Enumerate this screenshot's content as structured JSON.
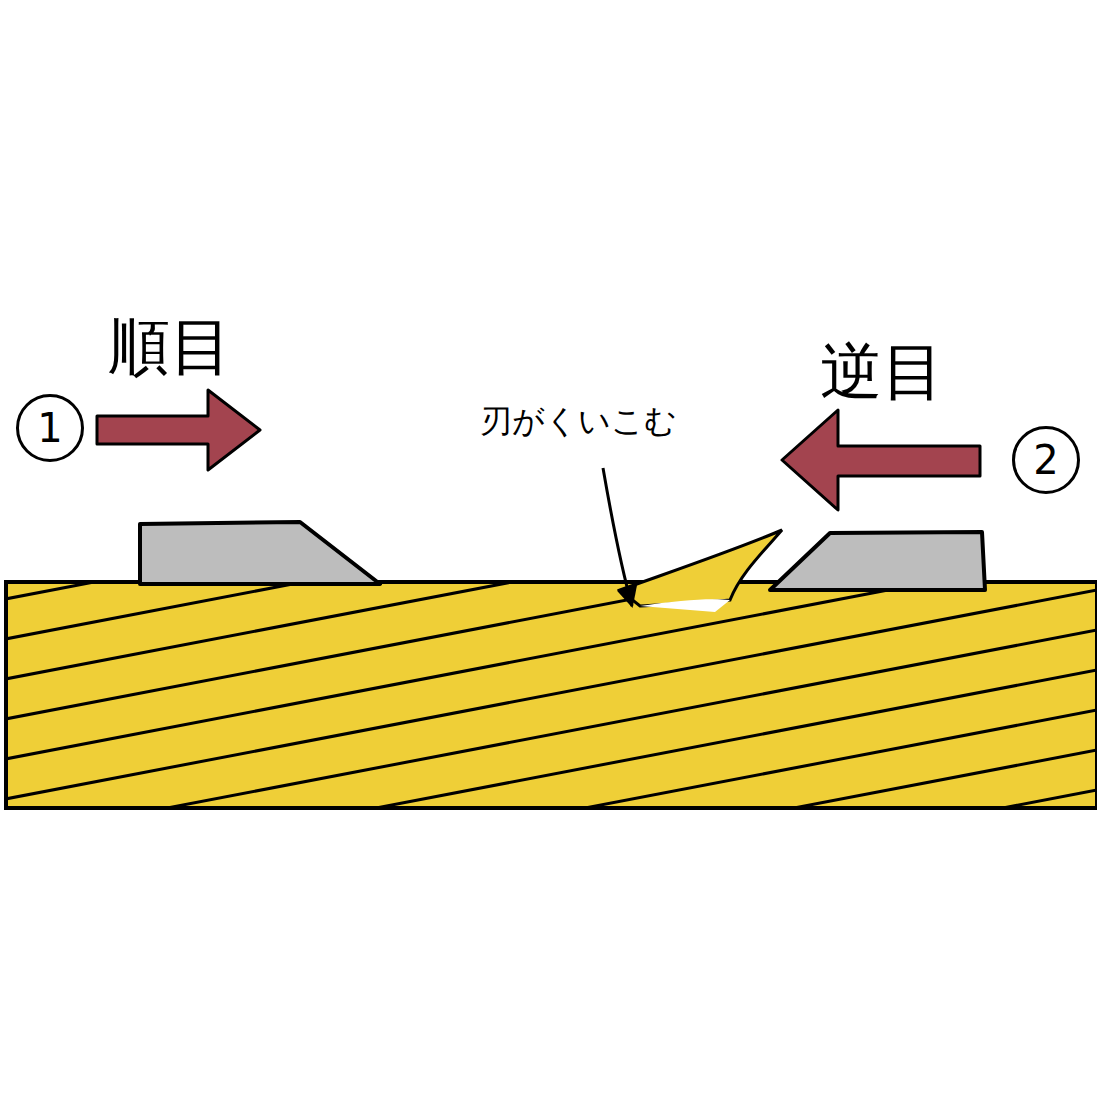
{
  "diagram": {
    "nodes": [
      {
        "text": [
          "1"
        ]
      },
      {
        "text": [
          "2"
        ]
      }
    ],
    "labels": [
      "順目",
      "逆目",
      "刃がくいこむ"
    ]
  }
}
